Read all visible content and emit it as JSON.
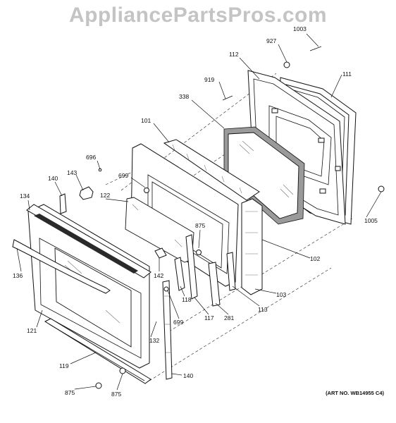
{
  "watermark": "AppliancePartsPros.com",
  "art_number": "(ART NO. WB14955 C4)",
  "callouts": {
    "c1003": "1003",
    "c927": "927",
    "c112": "112",
    "c111": "111",
    "c919": "919",
    "c338": "338",
    "c101": "101",
    "c696": "696",
    "c699a": "699",
    "c140a": "140",
    "c143": "143",
    "c134": "134",
    "c122": "122",
    "c875a": "875",
    "c136": "136",
    "c142": "142",
    "c118": "118",
    "c699b": "699",
    "c117": "117",
    "c281": "281",
    "c113": "113",
    "c103": "103",
    "c102": "102",
    "c1005": "1005",
    "c121": "121",
    "c132": "132",
    "c119": "119",
    "c140b": "140",
    "c875b": "875",
    "c875c": "875"
  }
}
